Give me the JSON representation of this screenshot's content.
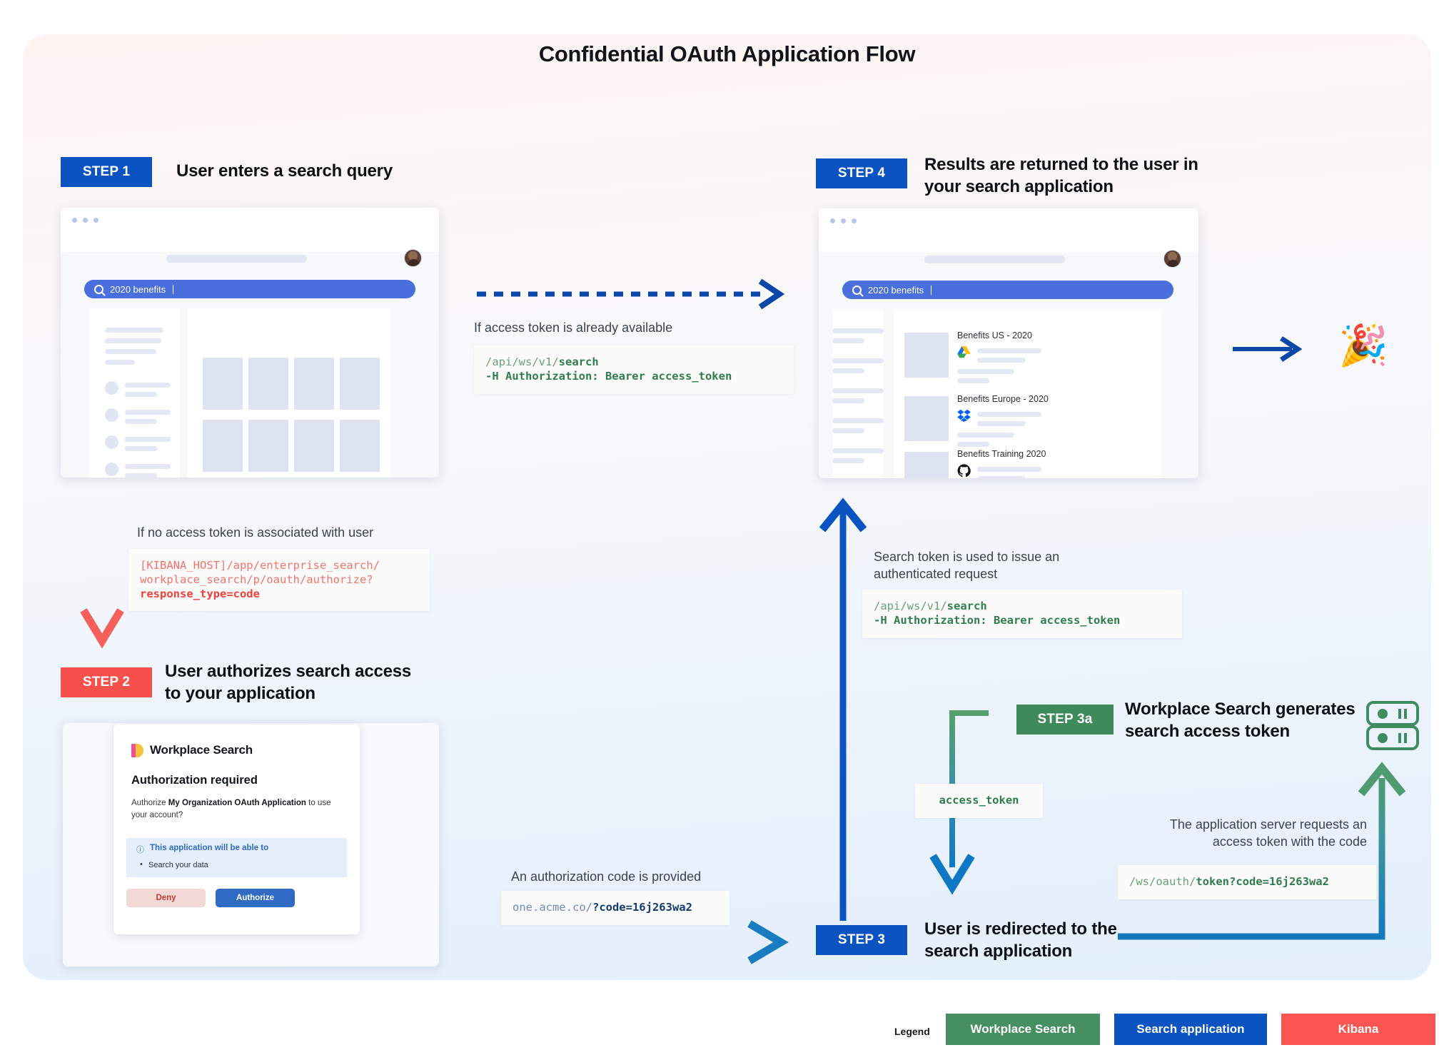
{
  "title": "Confidential OAuth Application Flow",
  "steps": {
    "step1": {
      "tag": "STEP 1",
      "text": "User enters a search query"
    },
    "step2": {
      "tag": "STEP 2",
      "text": "User authorizes search access\nto your application"
    },
    "step3": {
      "tag": "STEP 3",
      "text": "User is redirected to the\nsearch application"
    },
    "step3a": {
      "tag": "STEP 3a",
      "text": "Workplace Search generates\nsearch access token"
    },
    "step4": {
      "tag": "STEP 4",
      "text": "Results are returned to the user in\nyour search application"
    }
  },
  "browser1": {
    "query": "2020 benefits"
  },
  "browser2": {
    "query": "2020 benefits",
    "results": [
      {
        "title": "Benefits US - 2020",
        "source": "google-drive"
      },
      {
        "title": "Benefits Europe - 2020",
        "source": "dropbox"
      },
      {
        "title": "Benefits Training 2020",
        "source": "github"
      }
    ]
  },
  "notes": {
    "token_available": "If access token is already available",
    "no_token": "If no access token is associated with user",
    "search_token_used": "Search token is used to issue an\nauthenticated request",
    "auth_code_provided": "An authorization code is provided",
    "server_requests": "The application server requests an\naccess token with the code"
  },
  "code_blocks": {
    "search_top": {
      "line1_dim": "/api/ws/v1/",
      "line1_bold": "search",
      "line2": "-H Authorization: Bearer access_token"
    },
    "kibana_authorize": {
      "line1": "[KIBANA_HOST]/app/enterprise_search/",
      "line2": "workplace_search/p/oauth/authorize?",
      "line3_bold": "response_type=code"
    },
    "search_mid": {
      "line1_dim": "/api/ws/v1/",
      "line1_bold": "search",
      "line2": "-H Authorization: Bearer access_token"
    },
    "redirect_code": {
      "dim": "one.acme.co/",
      "bold": "?code=16j263wa2"
    },
    "token_request": {
      "dim": "/ws/oauth/",
      "bold": "token?code=16j263wa2"
    },
    "access_token": "access_token"
  },
  "auth_card": {
    "product": "Workplace Search",
    "heading": "Authorization required",
    "body_pre": "Authorize ",
    "body_app": "My Organization OAuth Application",
    "body_post": " to use your account?",
    "perm_heading": "This application will be able to",
    "perm_item": "Search your data",
    "deny": "Deny",
    "authorize": "Authorize"
  },
  "legend": {
    "label": "Legend",
    "items": [
      {
        "text": "Workplace Search",
        "color": "#468f61"
      },
      {
        "text": "Search application",
        "color": "#0b53c0"
      },
      {
        "text": "Kibana",
        "color": "#fa5552"
      }
    ]
  },
  "icons": {
    "celebration": "🎉"
  },
  "colors": {
    "blue": "#0B53C0",
    "red": "#F8504D",
    "green": "#3E8A5B",
    "search_blue": "#4a6fdc"
  }
}
